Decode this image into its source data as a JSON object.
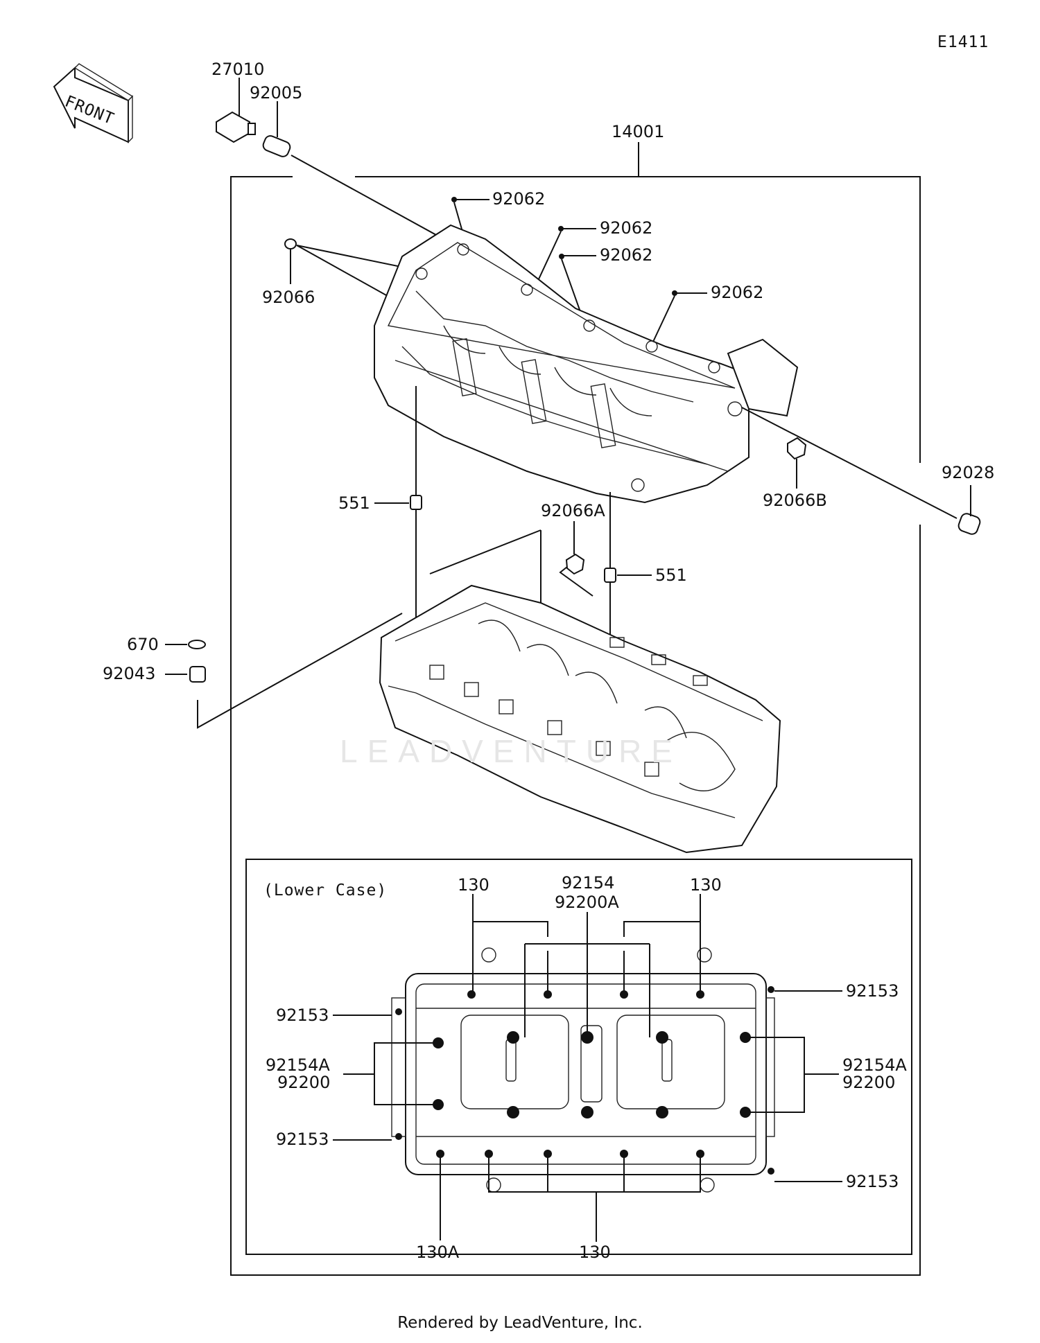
{
  "diagram_id": "E1411",
  "front_label": "FRONT",
  "watermark": "LEADVENTURE",
  "footer": "Rendered by LeadVenture, Inc.",
  "inset_title": "(Lower Case)",
  "callouts": {
    "p27010": "27010",
    "p92005": "92005",
    "p14001": "14001",
    "p92062_a": "92062",
    "p92062_b": "92062",
    "p92062_c": "92062",
    "p92062_d": "92062",
    "p92066": "92066",
    "p92028": "92028",
    "p92066B": "92066B",
    "p551_a": "551",
    "p551_b": "551",
    "p92066A": "92066A",
    "p670": "670",
    "p92043": "92043"
  },
  "inset_callouts": {
    "p130_tl": "130",
    "p92154_top": "92154",
    "p92200A_top": "92200A",
    "p130_tr": "130",
    "p92153_rt": "92153",
    "p92153_lt": "92153",
    "p92154A_l": "92154A",
    "p92200_l": "92200",
    "p92154A_r": "92154A",
    "p92200_r": "92200",
    "p92153_lb": "92153",
    "p92153_rb": "92153",
    "p130A": "130A",
    "p130_bottom": "130"
  }
}
